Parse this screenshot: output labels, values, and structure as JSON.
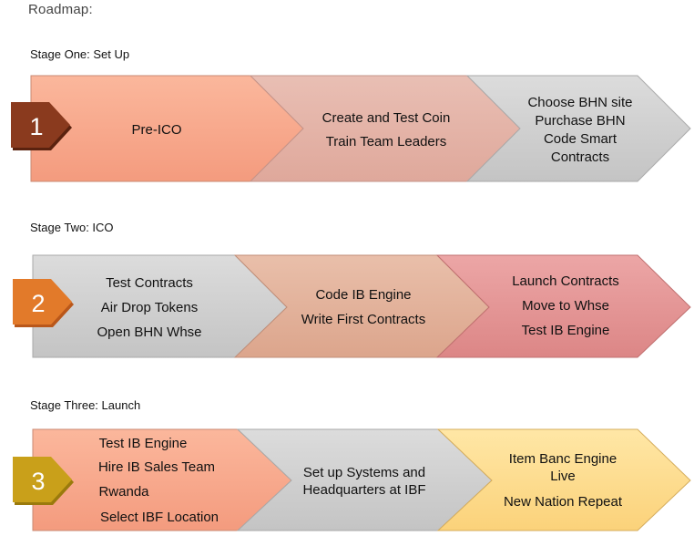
{
  "title": "Roadmap:",
  "stages": [
    {
      "label": "Stage One: Set Up",
      "number": "1",
      "badge_color": "#8a3a1e",
      "badge_shadow": "#5a220f",
      "chevrons": [
        {
          "lines": [
            "Pre-ICO"
          ],
          "color_top": "#fbb79c",
          "color_bottom": "#f49b7e"
        },
        {
          "lines": [
            "Create and Test Coin",
            "Train Team Leaders"
          ],
          "color_top": "#e9bfb4",
          "color_bottom": "#dfa89b"
        },
        {
          "lines": [
            "Choose BHN site",
            "Purchase BHN",
            "Code Smart",
            "Contracts"
          ],
          "color_top": "#dcdcdc",
          "color_bottom": "#c4c4c4"
        }
      ]
    },
    {
      "label": "Stage Two: ICO",
      "number": "2",
      "badge_color": "#e27a2a",
      "badge_shadow": "#b9571a",
      "chevrons": [
        {
          "lines": [
            "Test Contracts",
            "Air Drop Tokens",
            "Open BHN Whse"
          ],
          "color_top": "#dcdcdc",
          "color_bottom": "#c4c4c4"
        },
        {
          "lines": [
            "Code IB Engine",
            "Write First Contracts"
          ],
          "color_top": "#e9bfaa",
          "color_bottom": "#dca58c"
        },
        {
          "lines": [
            "Launch Contracts",
            "Move to Whse",
            "Test IB Engine"
          ],
          "color_top": "#eca6a6",
          "color_bottom": "#dc8686"
        }
      ]
    },
    {
      "label": "Stage Three: Launch",
      "number": "3",
      "badge_color": "#c9a01a",
      "badge_shadow": "#9a7a0c",
      "chevrons": [
        {
          "lines": [
            "Test IB Engine",
            "Hire IB Sales Team",
            "Rwanda",
            "Select IBF Location"
          ],
          "color_top": "#fbb79c",
          "color_bottom": "#f49b7e"
        },
        {
          "lines": [
            "Set up Systems and",
            "Headquarters at IBF"
          ],
          "color_top": "#dcdcdc",
          "color_bottom": "#c4c4c4"
        },
        {
          "lines": [
            "Item Banc Engine",
            "Live",
            "New Nation Repeat"
          ],
          "color_top": "#ffe7a6",
          "color_bottom": "#fbd27a"
        }
      ]
    }
  ]
}
